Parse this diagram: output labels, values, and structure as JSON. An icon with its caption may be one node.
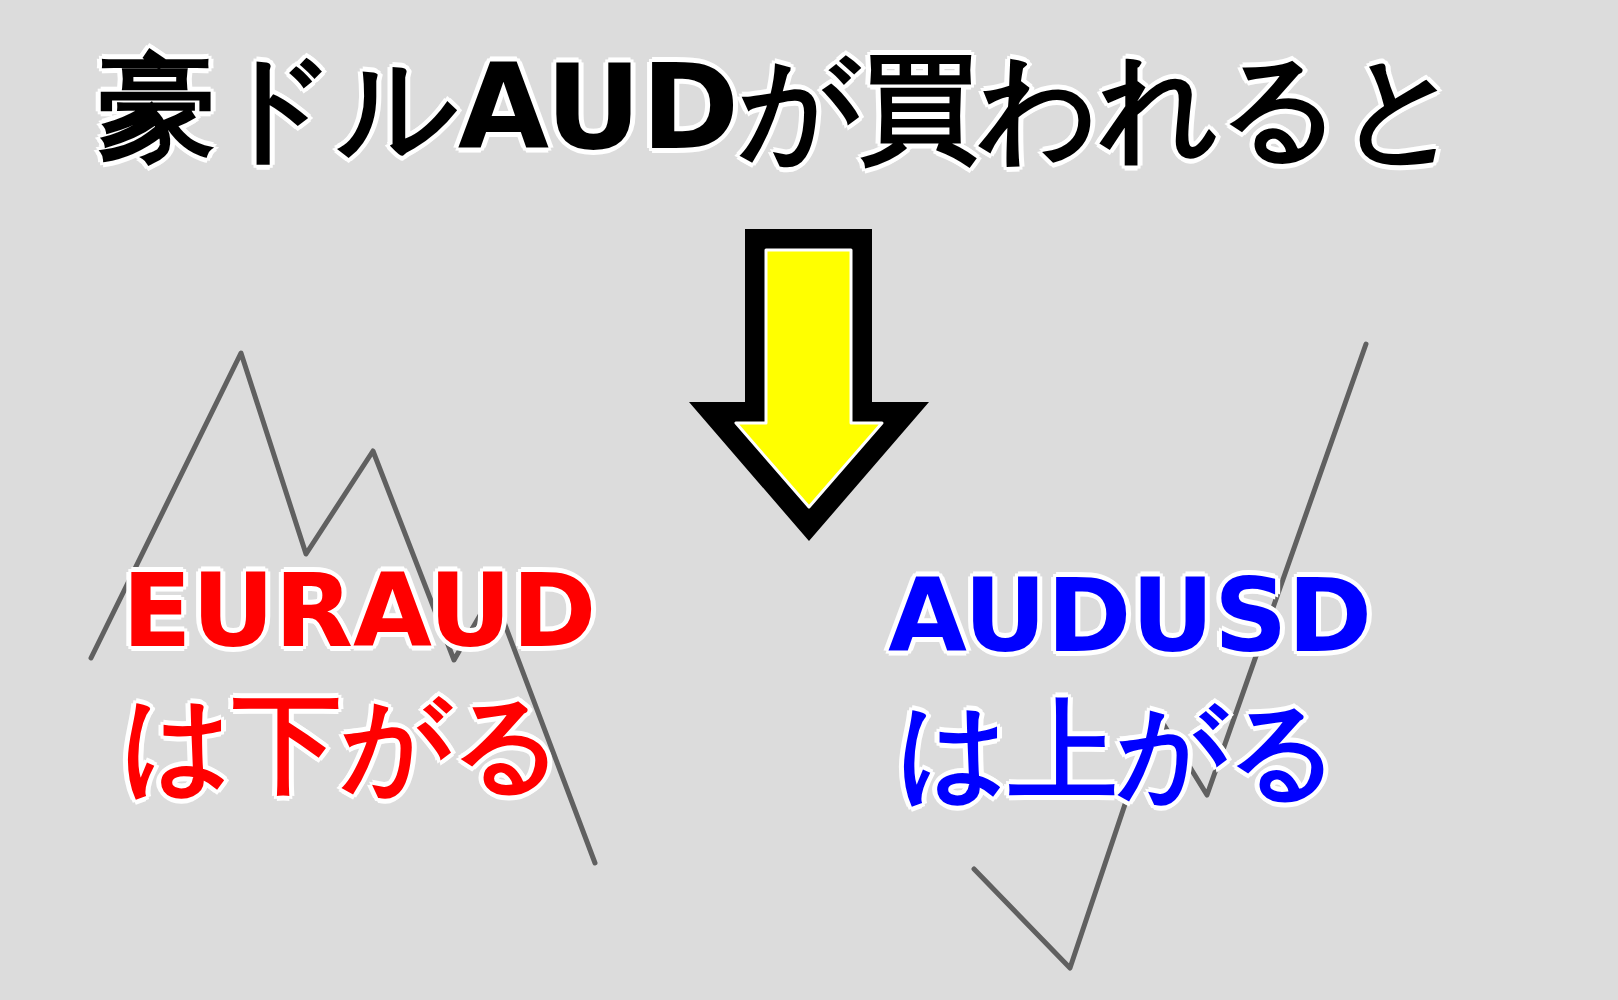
{
  "diagram": {
    "title": "豪ドルAUDが買われると",
    "labels": [
      "EURAUD",
      "は下がる",
      "AUDUSD",
      "は上がる"
    ]
  }
}
